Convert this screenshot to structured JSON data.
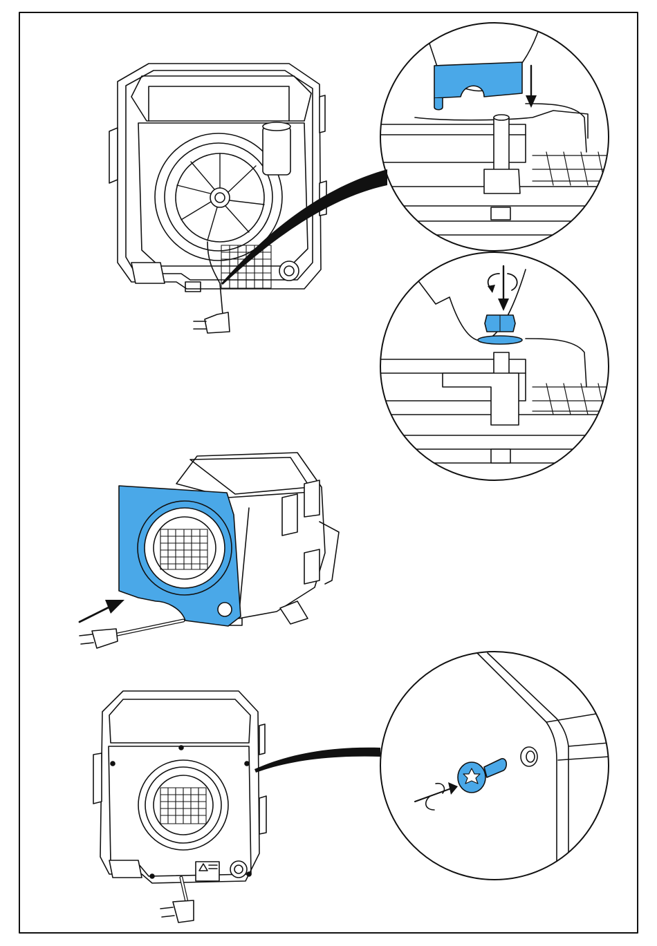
{
  "page": {
    "background": "#ffffff",
    "line_color": "#111111",
    "highlight_color": "#4aa8e8"
  },
  "figures": [
    {
      "id": "step-1",
      "name": "appliance-rear-view-with-fan",
      "callouts": 2
    },
    {
      "id": "step-2",
      "name": "rear-cover-panel-being-fitted",
      "highlight": "cover-panel"
    },
    {
      "id": "step-3",
      "name": "appliance-rear-with-cover-fitted",
      "callouts": 1
    }
  ],
  "callouts": [
    {
      "id": "detail-1",
      "name": "bracket-lowered-onto-stud",
      "highlight": "bracket",
      "arrow": "down"
    },
    {
      "id": "detail-2",
      "name": "washer-and-nut-tightened",
      "highlight": "nut-and-washer",
      "arrow": "down-rotate"
    },
    {
      "id": "detail-3",
      "name": "torx-screw-tightened",
      "highlight": "screw",
      "arrow": "insert-rotate"
    }
  ],
  "icons": [
    "down-arrow-icon",
    "rotate-arrow-icon",
    "insert-arrow-icon",
    "torx-screw-icon",
    "power-plug-icon",
    "warning-triangle-icon"
  ]
}
